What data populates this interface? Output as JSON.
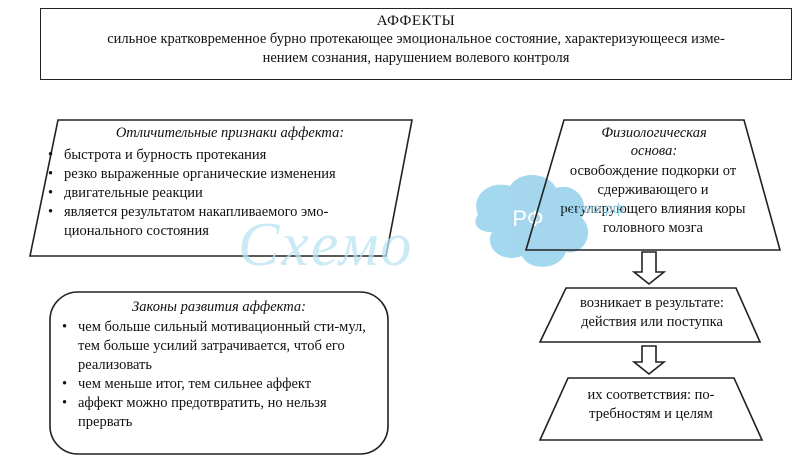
{
  "header": {
    "title": "АФФЕКТЫ",
    "definition_line1": "сильное кратковременное бурно протекающее эмоциональное состояние, характеризующееся изме-",
    "definition_line2": "нением сознания, нарушением волевого контроля"
  },
  "signs": {
    "heading": "Отличительные признаки аффекта:",
    "items": [
      "быстрота и бурность протекания",
      "резко выраженные органические изменения",
      "двигательные реакции",
      "является результатом накапливаемого эмо-ционального состояния"
    ]
  },
  "laws": {
    "heading": "Законы развития аффекта:",
    "items": [
      "чем больше сильный мотивационный сти-мул, тем больше усилий затрачивается, чтоб его реализовать",
      "чем меньше итог, тем сильнее аффект",
      "аффект можно предотвратить, но нельзя прервать"
    ]
  },
  "physiology": {
    "heading": "Физиологическая основа:",
    "text": "освобождение подкорки от сдерживающего и регулирующего влияния коры головного мозга"
  },
  "result": {
    "text": "возникает в результате: действия или поступка"
  },
  "mismatch": {
    "text": "их соответствия: по-требностям и целям"
  },
  "watermark": {
    "small": "схемо.рф",
    "large": "Схемо",
    "badge": "РФ",
    "color": "#5ab8e0"
  }
}
